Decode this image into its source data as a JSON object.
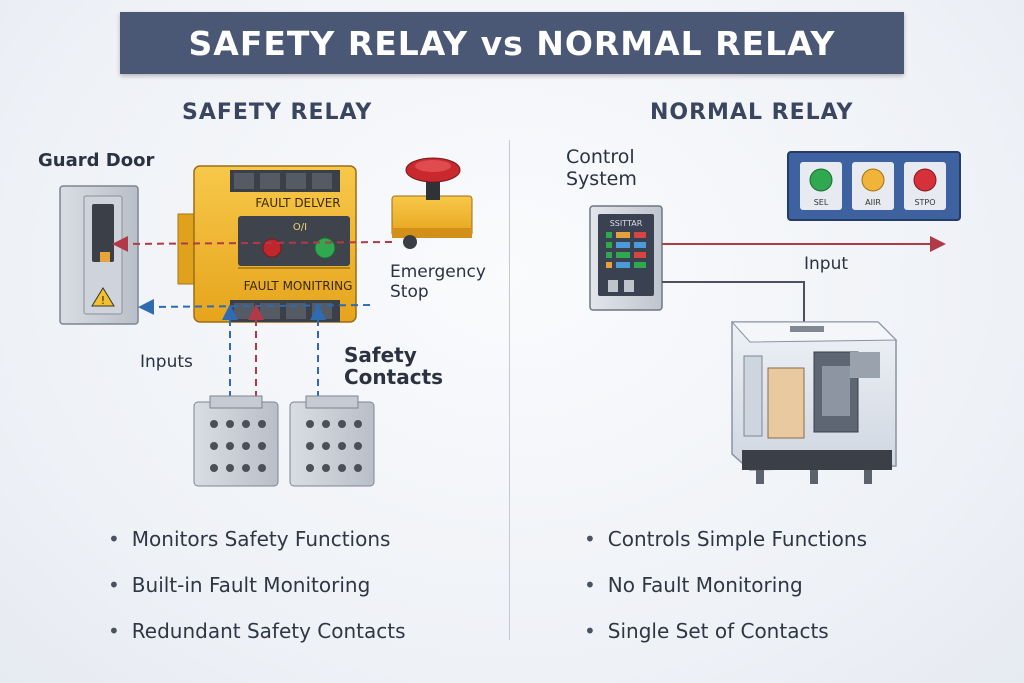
{
  "title": "SAFETY RELAY vs NORMAL RELAY",
  "safety": {
    "heading": "SAFETY RELAY",
    "guard_door_label": "Guard Door",
    "relay_top_text": "FAULT DELVER",
    "relay_bottom_text": "FAULT MONITRING",
    "relay_switch_text": "O/I",
    "emergency_stop_label": "Emergency\nStop",
    "inputs_label": "Inputs",
    "safety_contacts_label": "Safety\nContacts",
    "features": [
      "Monitors Safety Functions",
      "Built-in Fault Monitoring",
      "Redundant Safety Contacts"
    ]
  },
  "normal": {
    "heading": "NORMAL RELAY",
    "control_system_label": "Control\nSystem",
    "controller_screen_text": "SSITTAR",
    "panel_buttons": [
      "SEL",
      "AIIR",
      "STPO"
    ],
    "input_label": "Input",
    "features": [
      "Controls Simple Functions",
      "No Fault Monitoring",
      "Single Set of Contacts"
    ]
  },
  "colors": {
    "banner": "#4a5875",
    "relay_yellow": "#f2b62c",
    "arrow_red": "#b23a48",
    "arrow_blue": "#2f6bb0"
  }
}
